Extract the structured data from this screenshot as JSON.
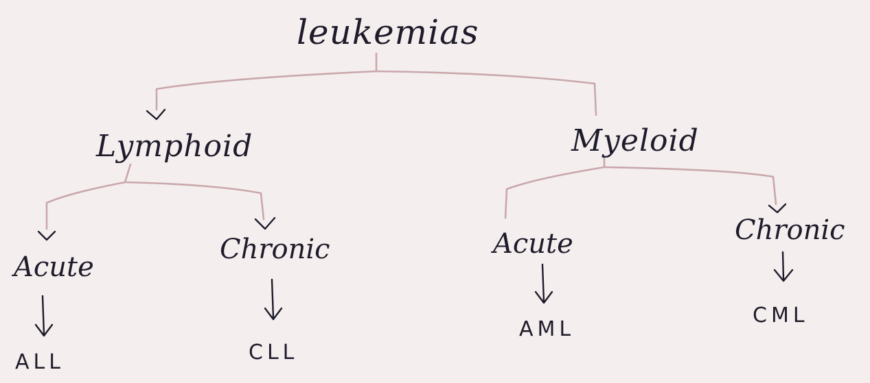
{
  "tree": {
    "root": {
      "label": "leukemias"
    },
    "branches": [
      {
        "label": "Lymphoid",
        "children": [
          {
            "label": "Acute",
            "abbr": "ALL"
          },
          {
            "label": "Chronic",
            "abbr": "CLL"
          }
        ]
      },
      {
        "label": "Myeloid",
        "children": [
          {
            "label": "Acute",
            "abbr": "AML"
          },
          {
            "label": "Chronic",
            "abbr": "CML"
          }
        ]
      }
    ]
  },
  "colors": {
    "paper": "#f4efee",
    "connector": "#c9a7ac",
    "ink": "#1f1b2a"
  }
}
